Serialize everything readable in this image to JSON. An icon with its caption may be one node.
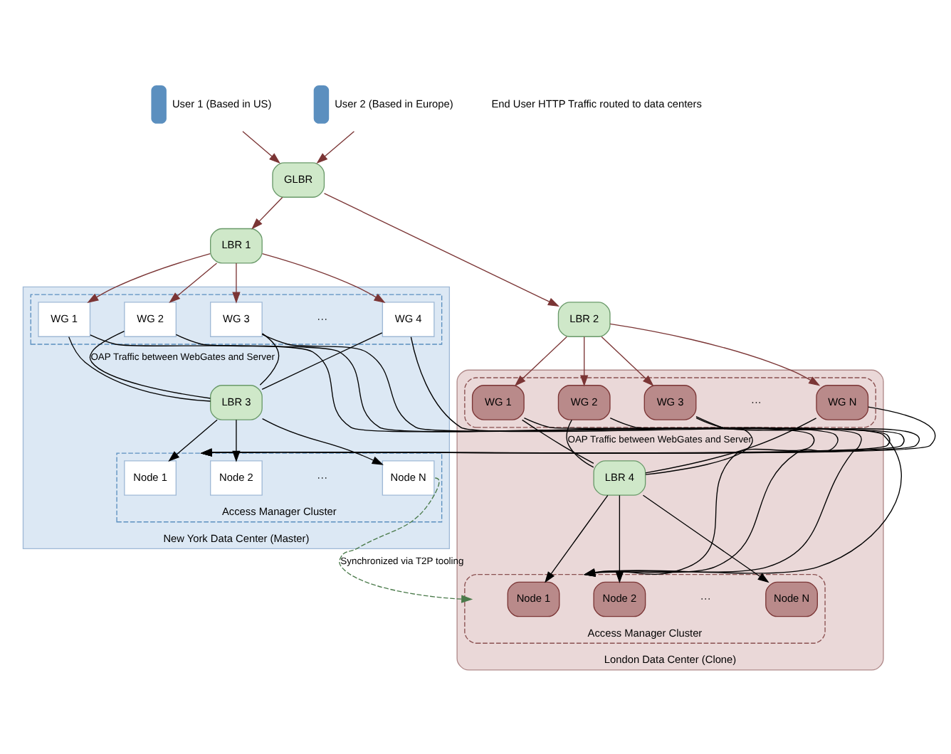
{
  "diagram": {
    "nodes": [
      {
        "text": [],
        "shape": "person",
        "beside": [
          "User 1 (Based in US)"
        ]
      },
      {
        "text": [],
        "shape": "person",
        "beside": [
          "User 2 (Based in Europe)"
        ]
      },
      {
        "text": [
          "GLBR"
        ]
      },
      {
        "text": [
          "LBR 1"
        ]
      },
      {
        "text": [
          "LBR 2"
        ]
      },
      {
        "text": [
          "New York Data Center (Master)"
        ]
      },
      {
        "text": [],
        "shape": "box",
        "in": 5
      },
      {
        "text": [
          "WG 1"
        ],
        "in": 6
      },
      {
        "text": [
          "WG 2"
        ],
        "in": 6
      },
      {
        "text": [
          "WG 3"
        ],
        "in": 6
      },
      {
        "text": [
          "WG 4"
        ],
        "in": 6
      },
      {
        "text": [
          "LBR 3"
        ],
        "in": 5
      },
      {
        "text": [
          "Access Manager Cluster"
        ],
        "in": 5
      },
      {
        "text": [
          "Node 1"
        ],
        "in": 12
      },
      {
        "text": [
          "Node 2"
        ],
        "in": 12
      },
      {
        "text": [
          "Node N"
        ],
        "in": 12
      },
      {
        "text": [
          "London Data Center (Clone)"
        ]
      },
      {
        "text": [],
        "shape": "box",
        "in": 16
      },
      {
        "text": [
          "WG 1"
        ],
        "in": 17
      },
      {
        "text": [
          "WG 2"
        ],
        "in": 17
      },
      {
        "text": [
          "WG 3"
        ],
        "in": 17
      },
      {
        "text": [
          "WG N"
        ],
        "in": 17
      },
      {
        "text": [
          "LBR 4"
        ],
        "in": 16
      },
      {
        "text": [
          "Access Manager Cluster"
        ],
        "in": 16
      },
      {
        "text": [
          "Node 1"
        ],
        "in": 23
      },
      {
        "text": [
          "Node 2"
        ],
        "in": 23
      },
      {
        "text": [
          "Node N"
        ],
        "in": 23
      }
    ],
    "edges": [
      {
        "from": 0,
        "to": 2,
        "arrow": "to",
        "color": "#7b3535"
      },
      {
        "from": 1,
        "to": 2,
        "arrow": "to",
        "color": "#7b3535"
      },
      {
        "from": 2,
        "to": 3,
        "arrow": "to",
        "color": "#7b3535"
      },
      {
        "from": 2,
        "to": 4,
        "arrow": "to",
        "color": "#7b3535"
      },
      {
        "from": 3,
        "to": 7,
        "arrow": "to",
        "color": "#7b3535"
      },
      {
        "from": 3,
        "to": 8,
        "arrow": "to",
        "color": "#7b3535"
      },
      {
        "from": 3,
        "to": 9,
        "arrow": "to",
        "color": "#7b3535"
      },
      {
        "from": 3,
        "to": 10,
        "arrow": "to",
        "color": "#7b3535"
      },
      {
        "from": 4,
        "to": 18,
        "arrow": "to",
        "color": "#7b3535"
      },
      {
        "from": 4,
        "to": 19,
        "arrow": "to",
        "color": "#7b3535"
      },
      {
        "from": 4,
        "to": 20,
        "arrow": "to",
        "color": "#7b3535"
      },
      {
        "from": 4,
        "to": 21,
        "arrow": "to",
        "color": "#7b3535"
      },
      {
        "from": 7,
        "to": 11,
        "arrow": "none"
      },
      {
        "from": 8,
        "to": 11,
        "arrow": "none",
        "label": "OAP Traffic between WebGates and Server"
      },
      {
        "from": 9,
        "to": 11,
        "arrow": "none"
      },
      {
        "from": 10,
        "to": 11,
        "arrow": "none"
      },
      {
        "from": 18,
        "to": 22,
        "arrow": "none"
      },
      {
        "from": 19,
        "to": 22,
        "arrow": "none",
        "label": "OAP Traffic between WebGates and Server"
      },
      {
        "from": 20,
        "to": 22,
        "arrow": "none"
      },
      {
        "from": 21,
        "to": 22,
        "arrow": "none"
      },
      {
        "from": 11,
        "to": 13,
        "arrow": "to"
      },
      {
        "from": 11,
        "to": 14,
        "arrow": "to"
      },
      {
        "from": 11,
        "to": 15,
        "arrow": "to"
      },
      {
        "from": 22,
        "to": 24,
        "arrow": "to"
      },
      {
        "from": 22,
        "to": 25,
        "arrow": "to"
      },
      {
        "from": 22,
        "to": 26,
        "arrow": "to"
      },
      {
        "from": 7,
        "to": 23,
        "arrow": "to"
      },
      {
        "from": 8,
        "to": 23,
        "arrow": "to"
      },
      {
        "from": 9,
        "to": 23,
        "arrow": "to"
      },
      {
        "from": 10,
        "to": 23,
        "arrow": "to"
      },
      {
        "from": 18,
        "to": 12,
        "arrow": "to"
      },
      {
        "from": 19,
        "to": 12,
        "arrow": "to"
      },
      {
        "from": 20,
        "to": 12,
        "arrow": "to"
      },
      {
        "from": 21,
        "to": 12,
        "arrow": "to"
      },
      {
        "from": 15,
        "to": 23,
        "arrow": "to",
        "style": "dashed",
        "color": "#4a7a4a",
        "label": "Synchronized via T2P tooling"
      }
    ],
    "labels": [
      "End User HTTP Traffic routed to data centers",
      "···",
      "···",
      "···",
      "···"
    ]
  }
}
